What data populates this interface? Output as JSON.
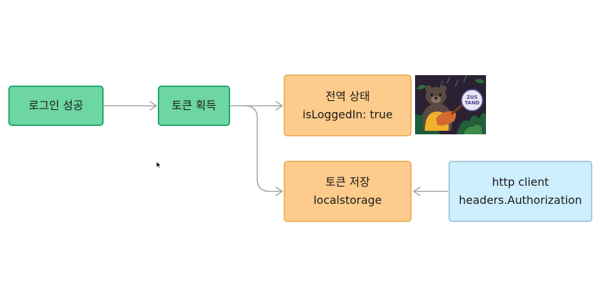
{
  "diagram": {
    "nodes": {
      "login": {
        "label": "로그인 성공"
      },
      "token": {
        "label": "토큰 획득"
      },
      "global_state": {
        "line1": "전역 상태",
        "line2": "isLoggedIn: true"
      },
      "token_storage": {
        "line1": "토큰 저장",
        "line2": "localstorage"
      },
      "http_client": {
        "line1": "http client",
        "line2": "headers.Authorization"
      }
    },
    "image": {
      "description_icon": "zustand-bear-logo",
      "sign_text": "ZUS TAND"
    },
    "colors": {
      "green_fill": "#6dd6a2",
      "green_border": "#1fa866",
      "orange_fill": "#fdcb8b",
      "orange_border": "#f0b264",
      "blue_fill": "#cdeefc",
      "blue_border": "#a9c9da",
      "connector": "#a6a6a6"
    }
  }
}
